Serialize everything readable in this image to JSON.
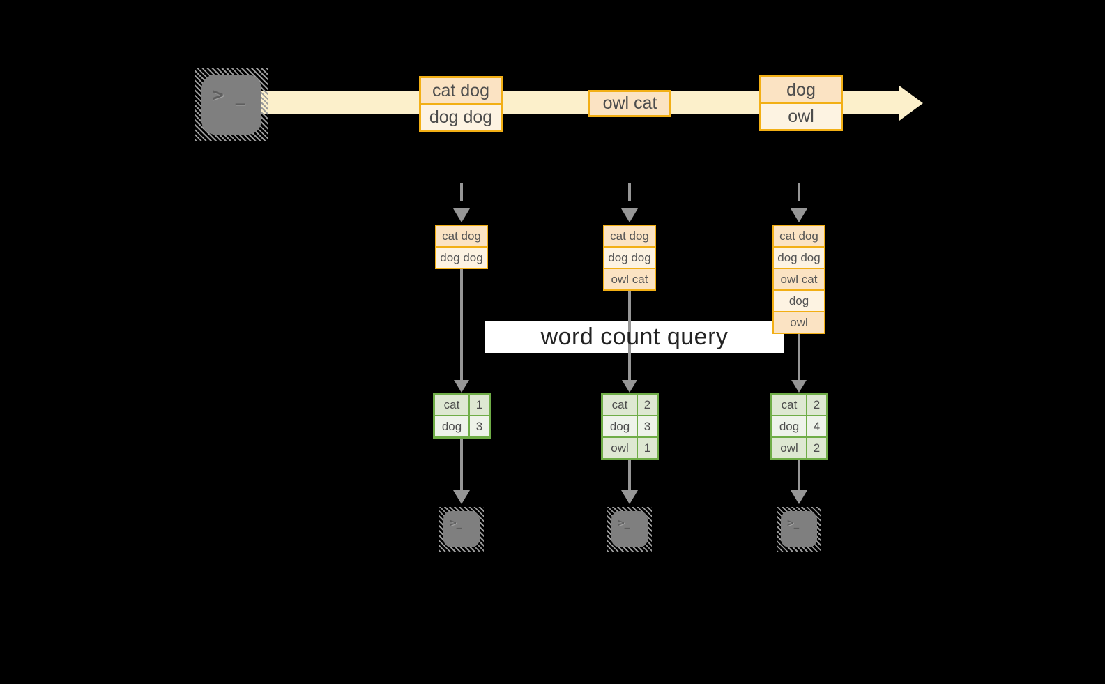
{
  "figure": {
    "query_banner": "word count query",
    "description_colors": {
      "background": "#000000",
      "stream_band": "#FCF0CB",
      "orange_border": "#F2AF15",
      "orange_fill_dark": "#FBE3C3",
      "orange_fill_light": "#FDF3E2",
      "green_border": "#6FAD47",
      "green_fill_dark": "#DEE8D2",
      "green_fill_light": "#EEF3EA",
      "arrow_gray": "#969696",
      "terminal_gray": "#7F7F7F"
    }
  },
  "terminal_icon": {
    "glyph": ">",
    "cursor": "_"
  },
  "stream_batches": [
    {
      "items": [
        "cat dog",
        "dog dog"
      ]
    },
    {
      "items": [
        "owl cat"
      ]
    },
    {
      "items": [
        "dog",
        "owl"
      ]
    }
  ],
  "workers": [
    {
      "buffer": [
        "cat dog",
        "dog dog"
      ],
      "counts": [
        {
          "word": "cat",
          "count": "1"
        },
        {
          "word": "dog",
          "count": "3"
        }
      ]
    },
    {
      "buffer": [
        "cat dog",
        "dog dog",
        "owl cat"
      ],
      "counts": [
        {
          "word": "cat",
          "count": "2"
        },
        {
          "word": "dog",
          "count": "3"
        },
        {
          "word": "owl",
          "count": "1"
        }
      ]
    },
    {
      "buffer": [
        "cat dog",
        "dog dog",
        "owl cat",
        "dog",
        "owl"
      ],
      "counts": [
        {
          "word": "cat",
          "count": "2"
        },
        {
          "word": "dog",
          "count": "4"
        },
        {
          "word": "owl",
          "count": "2"
        }
      ]
    }
  ]
}
